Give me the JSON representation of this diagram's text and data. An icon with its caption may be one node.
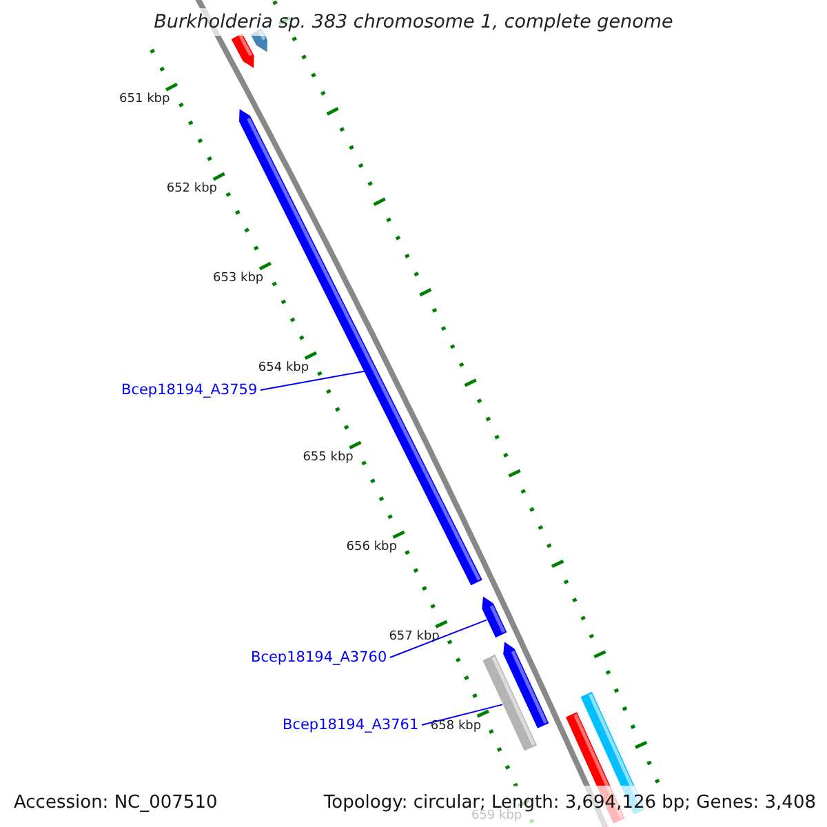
{
  "diagram": {
    "title": "Burkholderia sp. 383 chromosome 1, complete genome",
    "nodes": [
      {
        "text": [],
        "shape": "bar"
      },
      {
        "text": [],
        "shape": "bar"
      },
      {
        "text": [
          "Bcep18194_A3759"
        ]
      },
      {
        "text": [],
        "shape": "bar"
      },
      {
        "text": [],
        "shape": "bar"
      },
      {
        "text": [
          "Bcep18194_A3760"
        ]
      },
      {
        "text": [],
        "shape": "bar"
      },
      {
        "text": [],
        "shape": "bar"
      },
      {
        "text": [
          "Bcep18194_A3761"
        ]
      },
      {
        "text": [],
        "shape": "bar"
      },
      {
        "text": [],
        "shape": "bar"
      }
    ],
    "edges": [
      {
        "from": 2,
        "to": 3,
        "arrow": "none"
      },
      {
        "from": 5,
        "to": 4,
        "arrow": "none"
      },
      {
        "from": 8,
        "to": 7,
        "arrow": "none"
      }
    ],
    "labels": [
      "651 kbp",
      "652 kbp",
      "653 kbp",
      "654 kbp",
      "655 kbp",
      "656 kbp",
      "657 kbp",
      "658 kbp",
      "659 kbp",
      "Accession: NC_007510",
      "Topology: circular; Length: 3,694,126 bp; Genes: 3,408"
    ]
  }
}
